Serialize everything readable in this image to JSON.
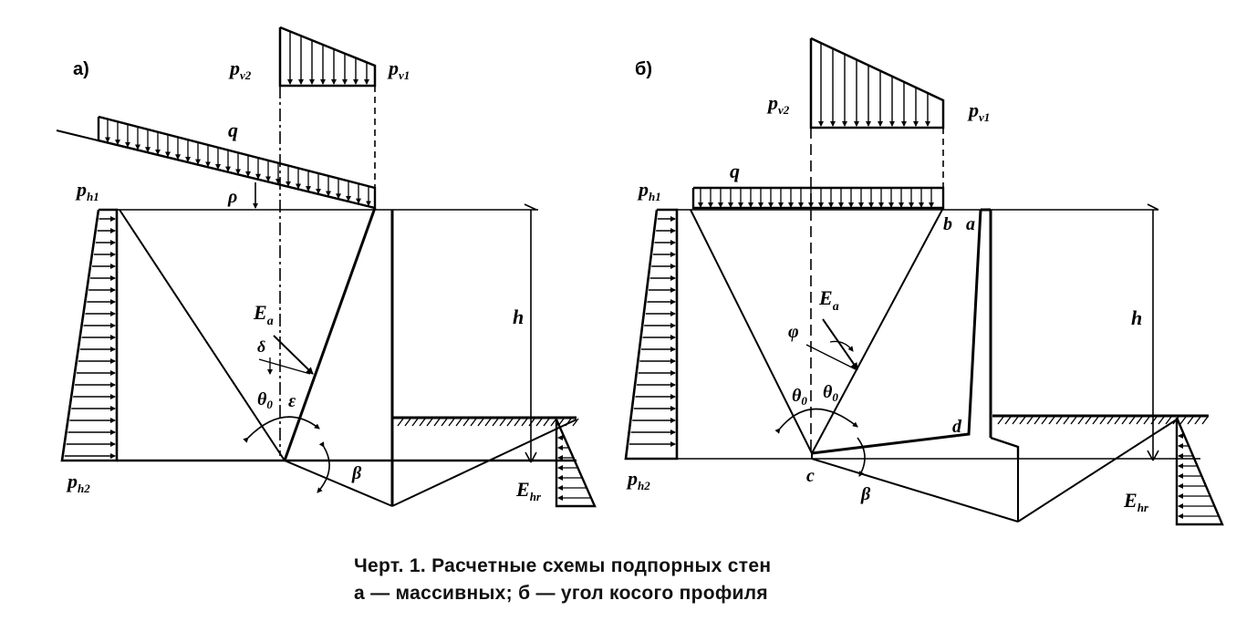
{
  "panel_a": {
    "tag": "а)",
    "labels": {
      "pv2": "p",
      "pv2_sub": "v2",
      "pv1": "p",
      "pv1_sub": "v1",
      "q": "q",
      "rho": "ρ",
      "ph1": "p",
      "ph1_sub": "h1",
      "ph2": "p",
      "ph2_sub": "h2",
      "ea": "E",
      "ea_sub": "a",
      "delta": "δ",
      "theta": "θ",
      "theta_sub": "0",
      "eps": "ε",
      "h": "h",
      "beta": "β",
      "ehr": "E",
      "ehr_sub": "hr"
    }
  },
  "panel_b": {
    "tag": "б)",
    "labels": {
      "pv2": "p",
      "pv2_sub": "v2",
      "pv1": "p",
      "pv1_sub": "v1",
      "q": "q",
      "ph1": "p",
      "ph1_sub": "h1",
      "ph2": "p",
      "ph2_sub": "h2",
      "b": "b",
      "a": "a",
      "ea": "E",
      "ea_sub": "a",
      "phi": "φ",
      "theta1": "θ",
      "theta1_sub": "0",
      "theta2": "θ",
      "theta2_sub": "0",
      "d": "d",
      "c": "c",
      "beta": "β",
      "h": "h",
      "ehr": "E",
      "ehr_sub": "hr"
    }
  },
  "caption": {
    "line1": "Черт. 1. Расчетные схемы подпорных стен",
    "line2": "а — массивных; б — угол косого профиля"
  }
}
